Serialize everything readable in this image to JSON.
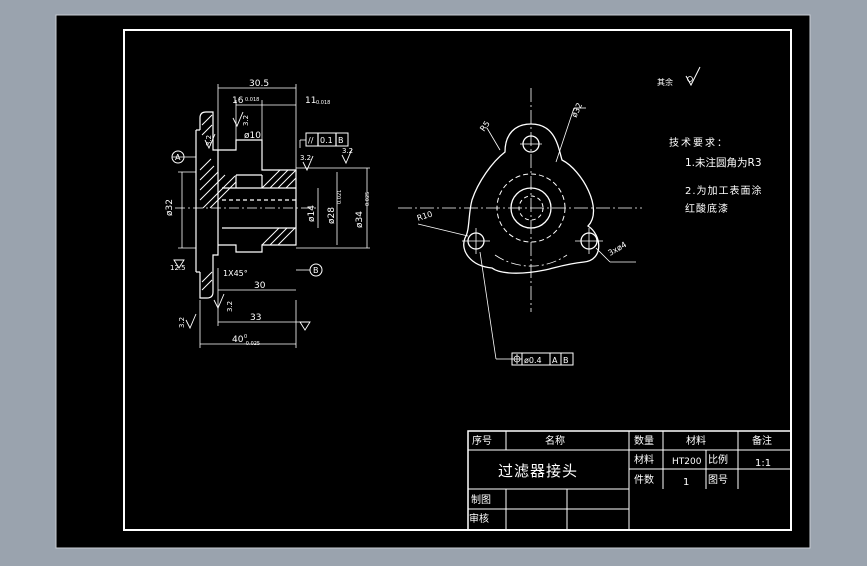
{
  "drawing": {
    "part_name": "过滤器接头",
    "surface_finish_note": "其余",
    "requirements": {
      "title": "技术要求：",
      "line1": "1.未注圆角为R3",
      "line2": "2.为加工表面涂",
      "line3": "红酸底漆"
    },
    "title_block": {
      "col_seq": "序号",
      "col_name": "名称",
      "col_qty": "数量",
      "col_material": "材料",
      "col_remark": "备注",
      "lbl_material": "材料",
      "val_material": "HT200",
      "lbl_scale": "比例",
      "val_scale": "1:1",
      "lbl_count": "件数",
      "val_count": "1",
      "lbl_drawing_no": "图号",
      "lbl_drawn_by": "制图",
      "lbl_reviewed_by": "审核"
    },
    "side_view_dims": {
      "d_30_5": "30.5",
      "d_16": "16",
      "d_16_tol": "0.018",
      "d_11": "11",
      "d_11_tol": "0.018",
      "d_dia10": "ø10",
      "d_parallel_val": "0.1",
      "d_parallel_ref": "B",
      "datum_a": "A",
      "datum_b": "B",
      "d_dia32": "ø32",
      "d_dia14": "ø14",
      "d_dia28": "ø28",
      "d_dia28_tol": "0.021",
      "d_dia34": "ø34",
      "d_dia34_tol": "0.025",
      "d_chamfer": "1X45°",
      "d_30": "30",
      "d_33": "33",
      "d_40": "40",
      "d_40_tol_top": "0",
      "d_40_tol": "-0.025",
      "r_3_2a": "3.2",
      "r_3_2b": "3.2",
      "r_3_2c": "3.2",
      "r_3_2d": "3.2",
      "r_3_2e": "3.2",
      "r_3_2f": "3.2",
      "r_12_5": "12.5"
    },
    "front_view_dims": {
      "r5": "R5",
      "d_dia32": "ø32",
      "r10": "R10",
      "holes": "3xø4",
      "position_val": "ø0.4",
      "position_ref1": "A",
      "position_ref2": "B"
    }
  },
  "colors": {
    "window_bg": "#9aa3ae",
    "frame_outer": "#000000",
    "lines": "#ffffff"
  }
}
